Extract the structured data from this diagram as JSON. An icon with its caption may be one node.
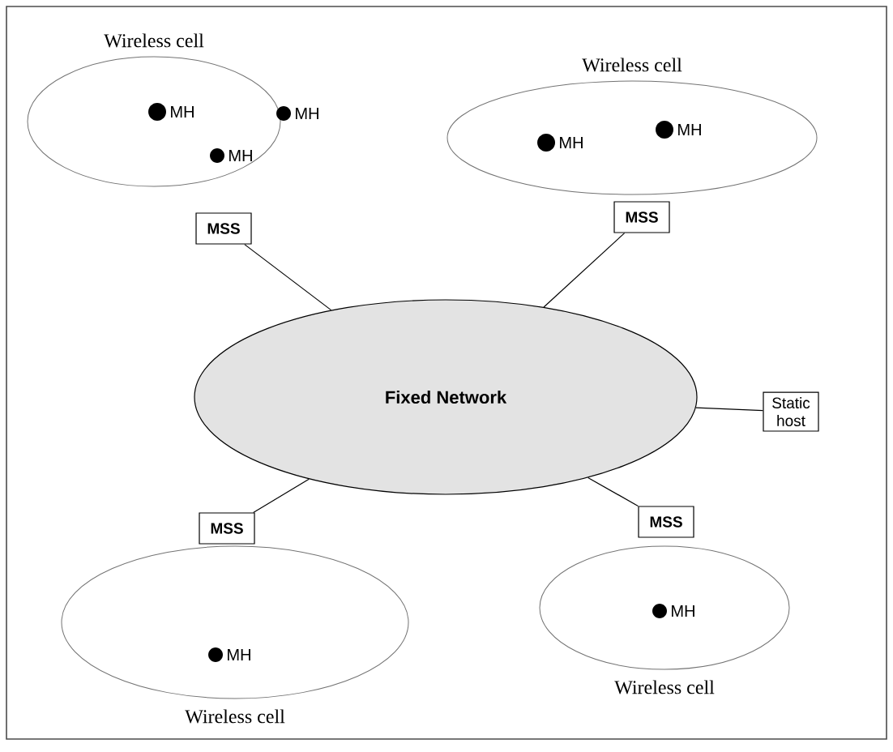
{
  "diagram": {
    "nodes": [
      {
        "text": [
          "Wireless cell"
        ]
      },
      {
        "text": [
          "MH"
        ],
        "in": 0
      },
      {
        "text": [
          "MH"
        ],
        "in": 0
      },
      {
        "text": [
          "MH"
        ],
        "in": 0
      },
      {
        "text": [
          "Wireless cell"
        ]
      },
      {
        "text": [
          "MH"
        ],
        "in": 4
      },
      {
        "text": [
          "MH"
        ],
        "in": 4
      },
      {
        "text": [
          "MSS"
        ]
      },
      {
        "text": [
          "MSS"
        ]
      },
      {
        "text": [
          "Fixed Network"
        ]
      },
      {
        "text": [
          "Static host"
        ]
      },
      {
        "text": [
          "MSS"
        ]
      },
      {
        "text": [
          "MSS"
        ]
      },
      {
        "text": [
          "Wireless cell"
        ]
      },
      {
        "text": [
          "MH"
        ],
        "in": 13
      },
      {
        "text": [
          "Wireless cell"
        ]
      },
      {
        "text": [
          "MH"
        ],
        "in": 15
      }
    ],
    "edges": [
      {
        "from": 7,
        "to": 9,
        "arrow": "none"
      },
      {
        "from": 8,
        "to": 9,
        "arrow": "none"
      },
      {
        "from": 9,
        "to": 10,
        "arrow": "none"
      },
      {
        "from": 9,
        "to": 11,
        "arrow": "none"
      },
      {
        "from": 9,
        "to": 12,
        "arrow": "none"
      }
    ]
  }
}
